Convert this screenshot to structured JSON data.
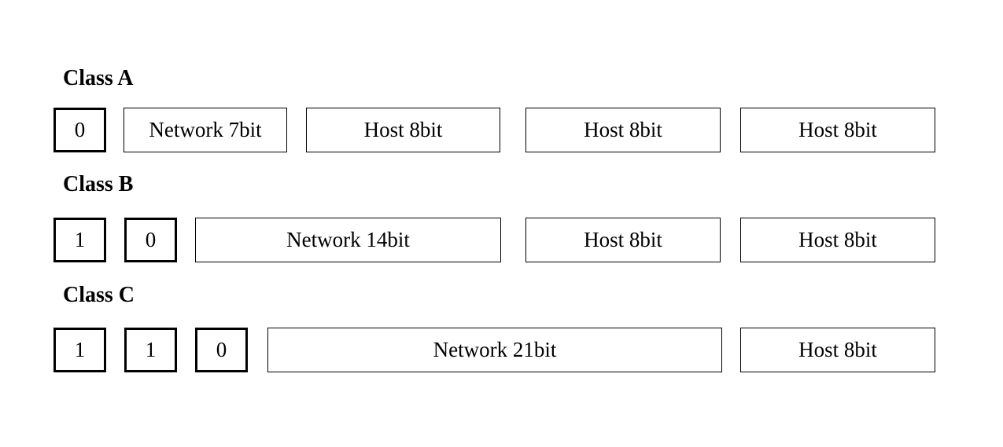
{
  "page": {
    "background_color": "#ffffff",
    "ink_color": "#000000"
  },
  "sections": [
    {
      "title": "Class A",
      "cells": [
        {
          "type": "bit",
          "label": "0"
        },
        {
          "type": "field",
          "label": "Network 7bit"
        },
        {
          "type": "field",
          "label": "Host 8bit"
        },
        {
          "type": "field",
          "label": "Host 8bit"
        },
        {
          "type": "field",
          "label": "Host 8bit"
        }
      ]
    },
    {
      "title": "Class B",
      "cells": [
        {
          "type": "bit",
          "label": "1"
        },
        {
          "type": "bit",
          "label": "0"
        },
        {
          "type": "field",
          "label": "Network 14bit"
        },
        {
          "type": "field",
          "label": "Host 8bit"
        },
        {
          "type": "field",
          "label": "Host 8bit"
        }
      ]
    },
    {
      "title": "Class C",
      "cells": [
        {
          "type": "bit",
          "label": "1"
        },
        {
          "type": "bit",
          "label": "1"
        },
        {
          "type": "bit",
          "label": "0"
        },
        {
          "type": "field",
          "label": "Network 21bit"
        },
        {
          "type": "field",
          "label": "Host 8bit"
        }
      ]
    }
  ]
}
